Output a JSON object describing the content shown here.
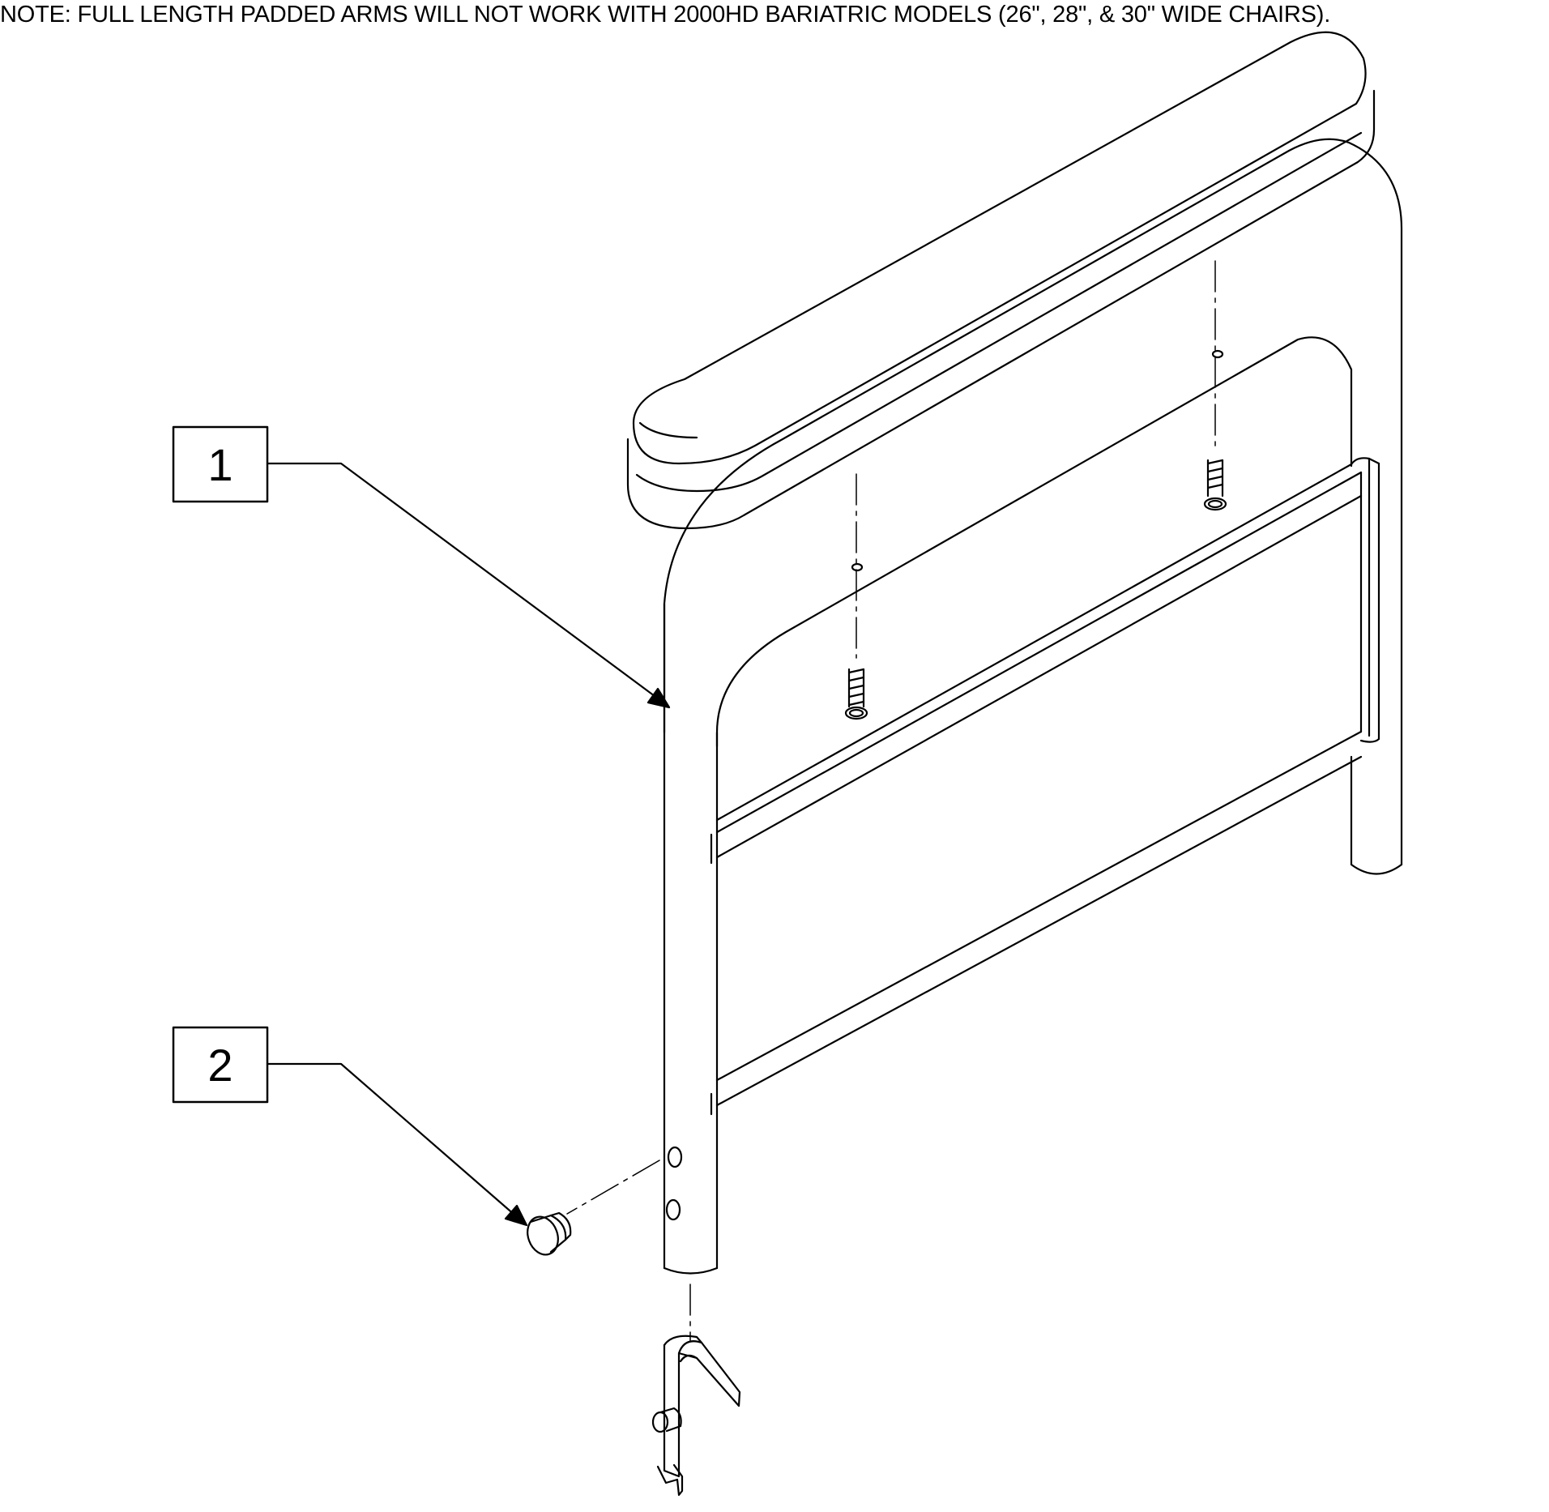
{
  "note": "NOTE: FULL LENGTH PADDED ARMS WILL NOT WORK WITH 2000HD BARIATRIC MODELS (26\", 28\", & 30\" WIDE CHAIRS).",
  "callouts": [
    {
      "number": "1"
    },
    {
      "number": "2"
    }
  ],
  "colors": {
    "line": "#000000",
    "background": "#ffffff"
  }
}
